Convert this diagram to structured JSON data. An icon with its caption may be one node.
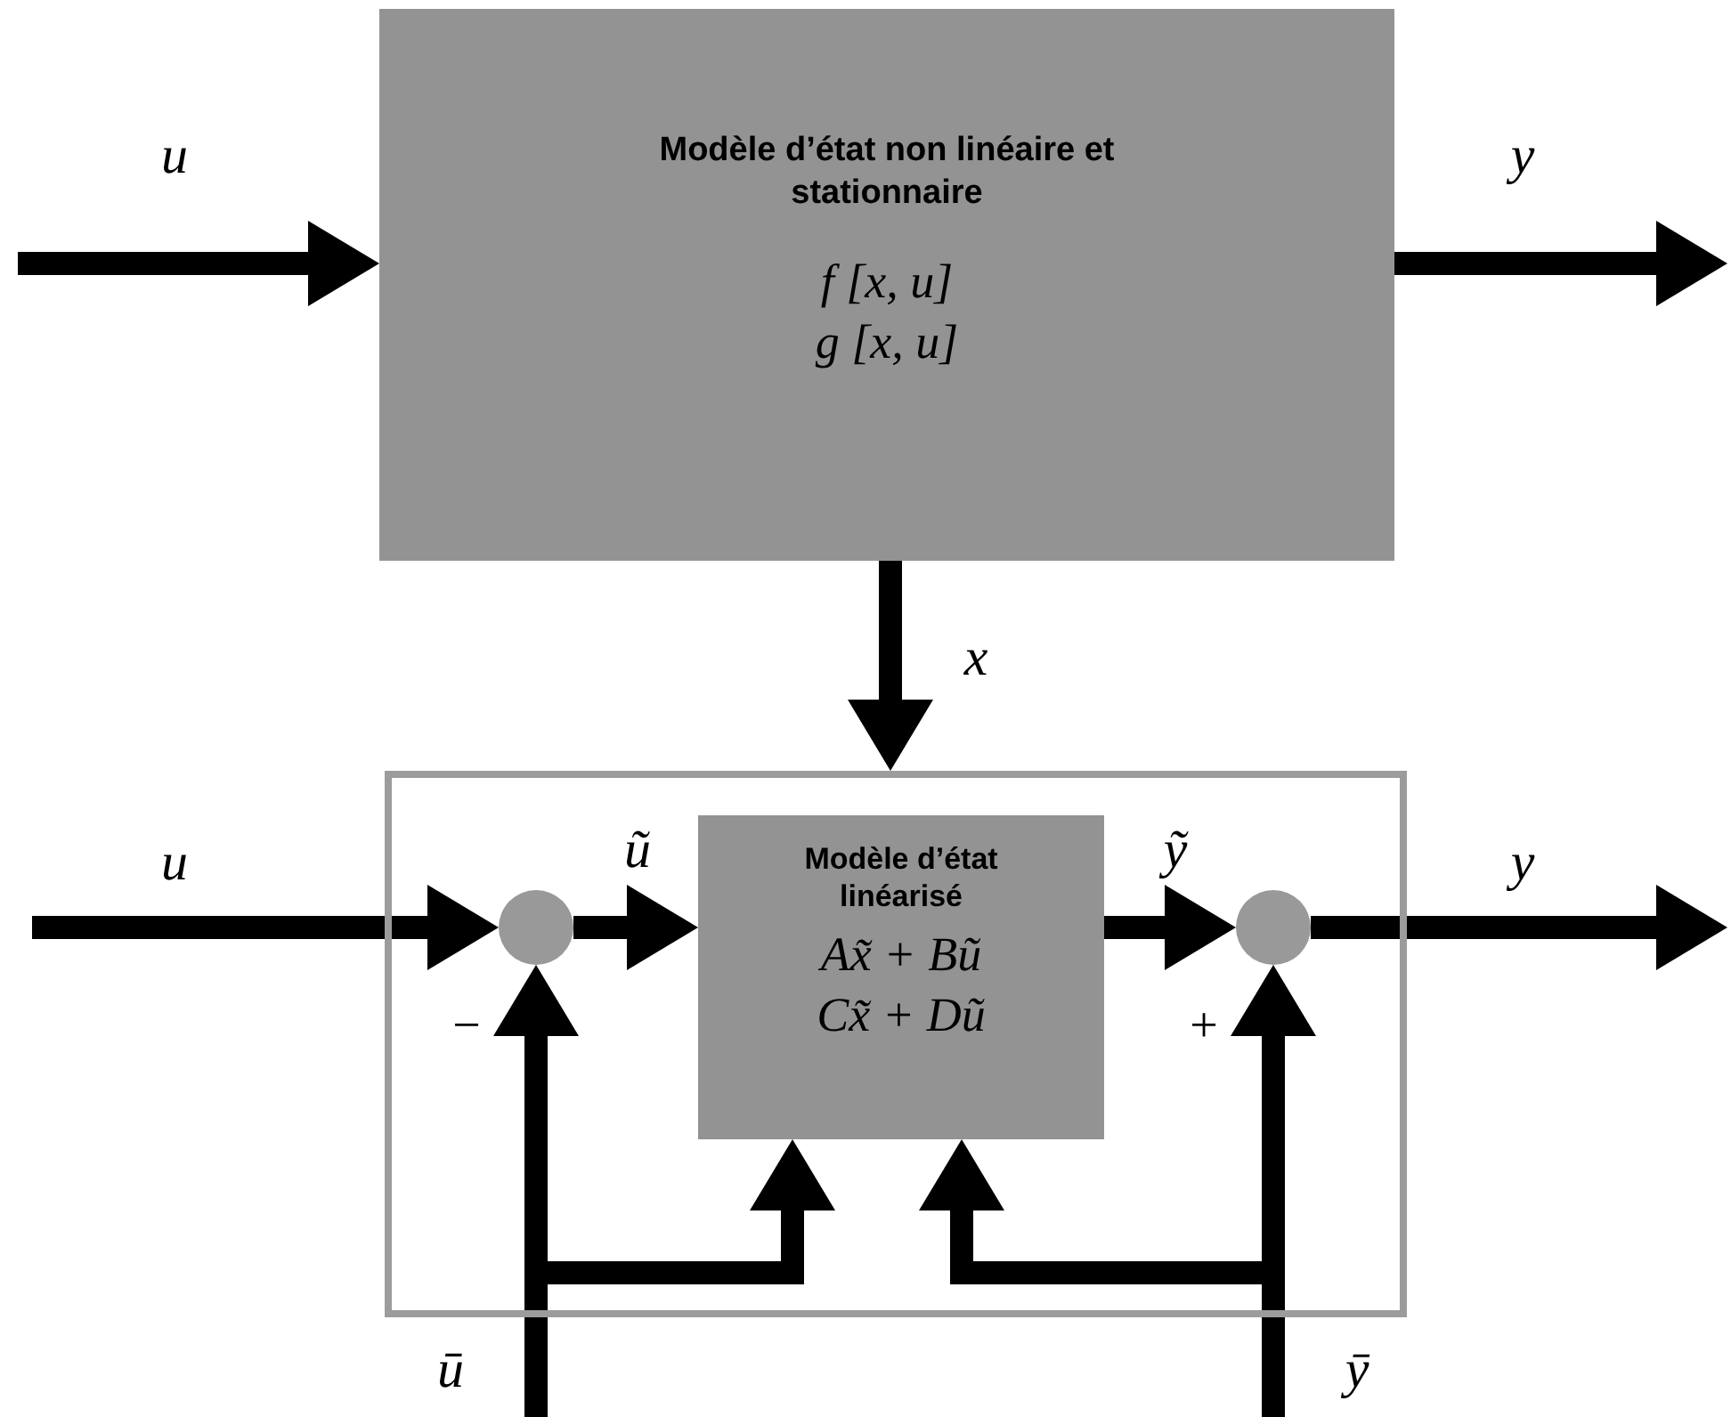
{
  "diagram": {
    "nodes": [
      {
        "text": [
          "Modèle d’état non linéaire et stationnaire",
          "f [x, u]",
          "g [x, u]"
        ]
      },
      {
        "text": [],
        "shape": "box"
      },
      {
        "text": [],
        "shape": "circle",
        "in": 1
      },
      {
        "text": [
          "Modèle d’état linéarisé",
          "Ax̃ + Bũ",
          "Cx̃ + Dũ"
        ],
        "in": 1
      },
      {
        "text": [],
        "shape": "circle",
        "in": 1
      }
    ],
    "edges": [
      {
        "from": null,
        "to": 0,
        "arrow": "to",
        "label": "u"
      },
      {
        "from": 0,
        "to": null,
        "arrow": "to",
        "label": "y"
      },
      {
        "from": 0,
        "to": 1,
        "arrow": "to",
        "label": "x"
      },
      {
        "from": null,
        "to": 2,
        "arrow": "to",
        "label": "u"
      },
      {
        "from": 2,
        "to": 3,
        "arrow": "to",
        "label": "ũ"
      },
      {
        "from": 3,
        "to": 4,
        "arrow": "to",
        "label": "ỹ"
      },
      {
        "from": 4,
        "to": null,
        "arrow": "to",
        "label": "y"
      },
      {
        "from": null,
        "to": 2,
        "arrow": "to",
        "label": "ū"
      },
      {
        "from": null,
        "to": 3,
        "arrow": "to"
      },
      {
        "from": null,
        "to": 4,
        "arrow": "to",
        "label": "ȳ"
      },
      {
        "from": null,
        "to": 3,
        "arrow": "to"
      }
    ],
    "labels": [
      "−",
      "+"
    ]
  }
}
